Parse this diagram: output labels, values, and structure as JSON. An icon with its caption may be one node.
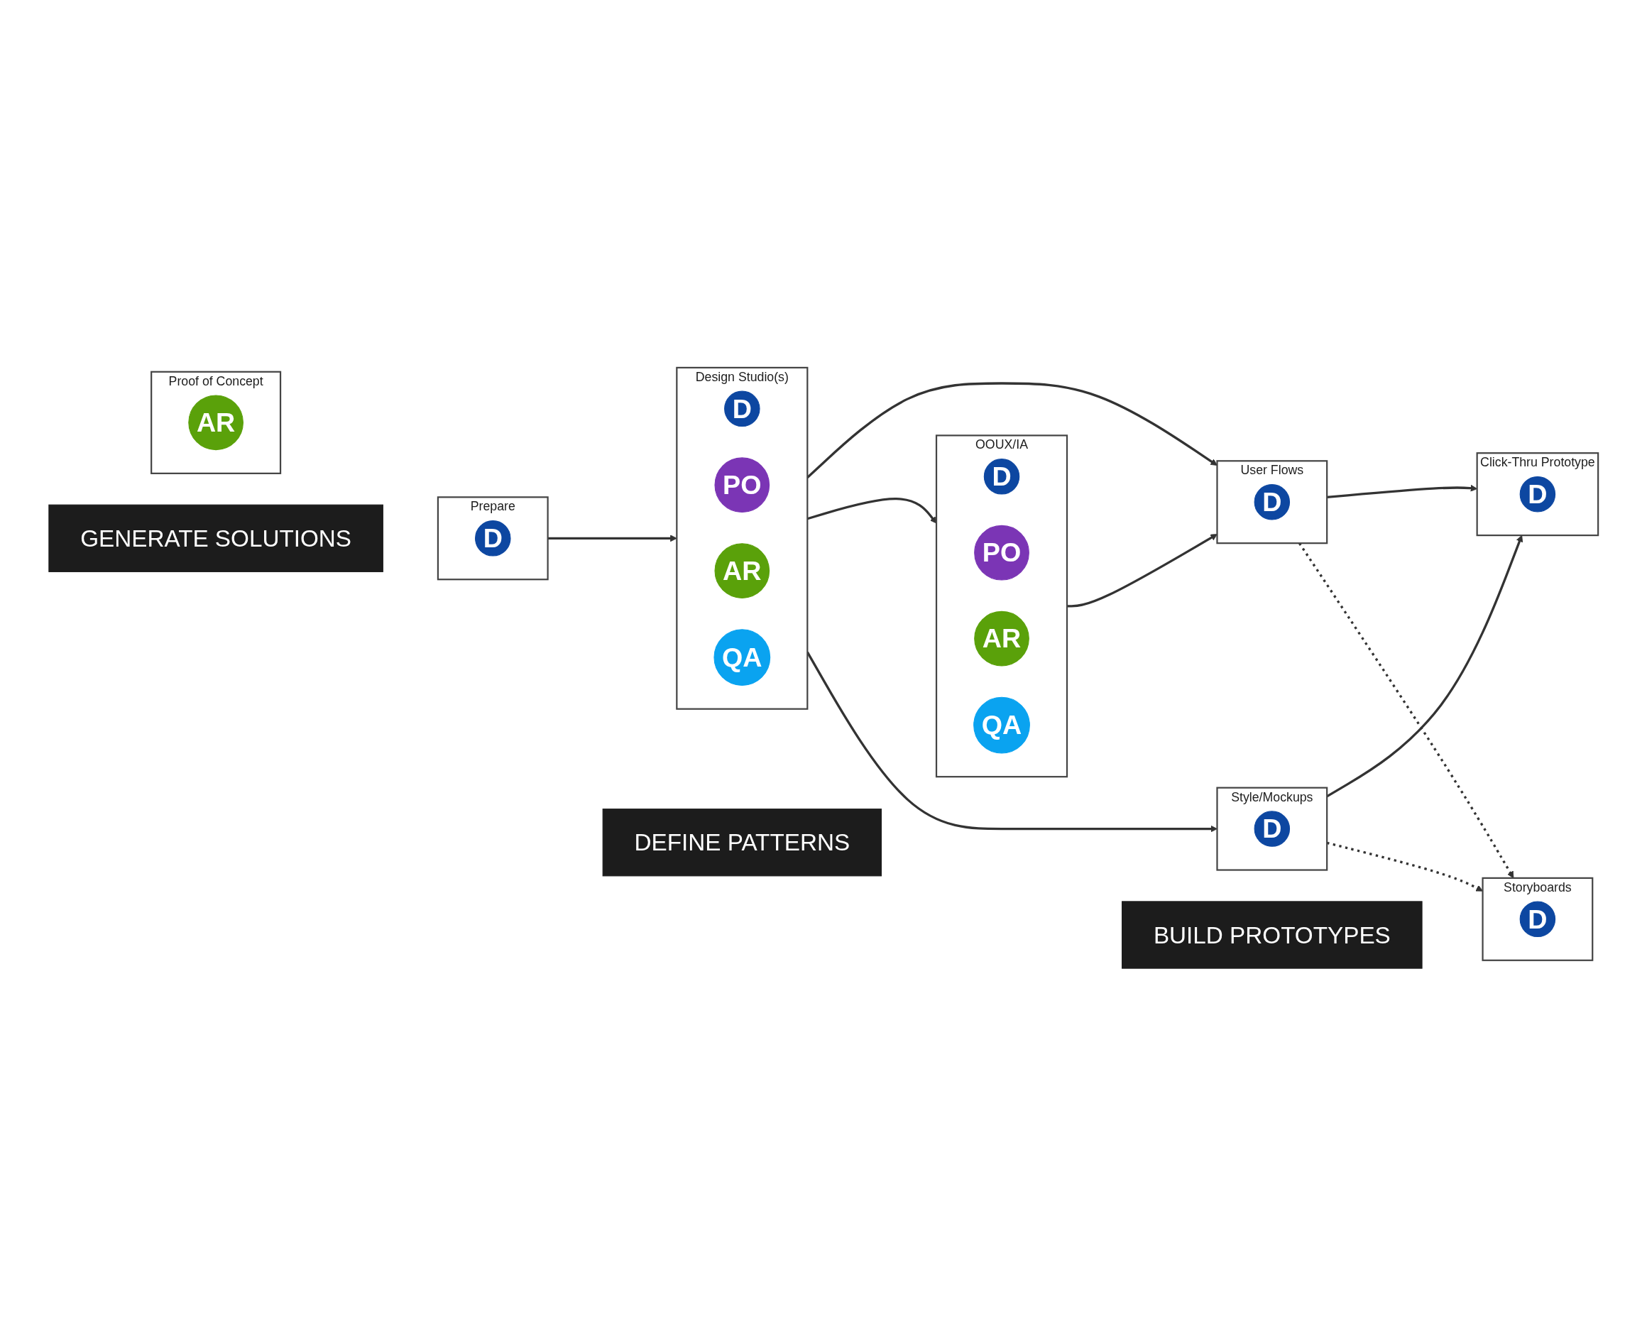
{
  "diagram": {
    "nodes": [
      {
        "text": [
          "GENERATE SOLUTIONS"
        ]
      },
      {
        "text": [
          "DEFINE PATTERNS"
        ]
      },
      {
        "text": [
          "BUILD PROTOTYPES"
        ]
      },
      {
        "text": [
          "Prepare"
        ]
      },
      {
        "text": [
          "D"
        ],
        "in": 3
      },
      {
        "text": [
          "Design Studio(s)"
        ]
      },
      {
        "text": [
          "D"
        ],
        "in": 5
      },
      {
        "text": [
          "PO"
        ],
        "in": 5
      },
      {
        "text": [
          "AR"
        ],
        "in": 5
      },
      {
        "text": [
          "QA"
        ],
        "in": 5
      },
      {
        "text": [
          "OOUX/IA"
        ]
      },
      {
        "text": [
          "D"
        ],
        "in": 10
      },
      {
        "text": [
          "PO"
        ],
        "in": 10
      },
      {
        "text": [
          "AR"
        ],
        "in": 10
      },
      {
        "text": [
          "QA"
        ],
        "in": 10
      },
      {
        "text": [
          "User Flows"
        ]
      },
      {
        "text": [
          "D"
        ],
        "in": 15
      },
      {
        "text": [
          "Style/Mockups"
        ]
      },
      {
        "text": [
          "D"
        ],
        "in": 17
      },
      {
        "text": [
          "Storyboards"
        ]
      },
      {
        "text": [
          "D"
        ],
        "in": 19
      },
      {
        "text": [
          "Click-Thru Prototype"
        ]
      },
      {
        "text": [
          "D"
        ],
        "in": 21
      },
      {
        "text": [
          "Proof of Concept"
        ]
      },
      {
        "text": [
          "AR"
        ],
        "in": 23
      }
    ],
    "edges": [
      {
        "from": 3,
        "to": 5,
        "arrow": "to"
      },
      {
        "from": 5,
        "to": 10,
        "arrow": "to"
      },
      {
        "from": 5,
        "to": 15,
        "arrow": "to"
      },
      {
        "from": 5,
        "to": 17,
        "arrow": "to"
      },
      {
        "from": 10,
        "to": 15,
        "arrow": "to"
      },
      {
        "from": 15,
        "to": 21,
        "arrow": "to"
      },
      {
        "from": 17,
        "to": 21,
        "arrow": "to"
      },
      {
        "from": 15,
        "to": 19,
        "arrow": "to",
        "style": "dashed"
      },
      {
        "from": 17,
        "to": 19,
        "arrow": "to",
        "style": "dashed"
      }
    ]
  }
}
